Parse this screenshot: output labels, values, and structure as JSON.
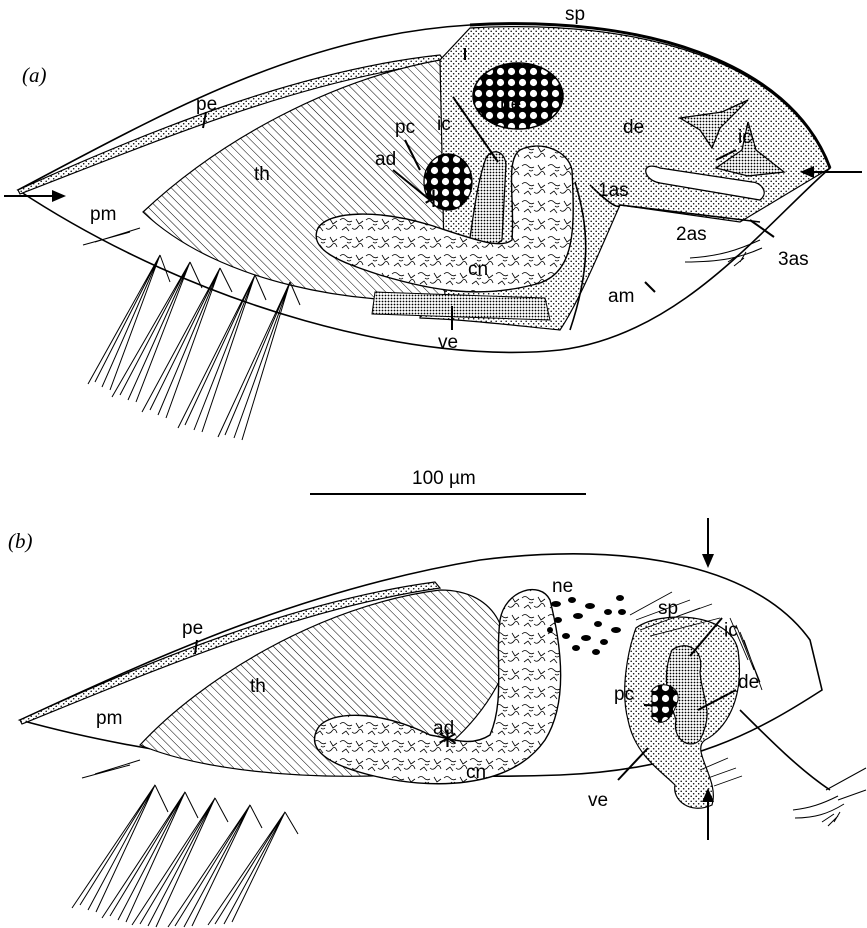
{
  "panels": {
    "a": {
      "letter": "(a)",
      "labels": {
        "sp": "sp",
        "pe": "pe",
        "ne": "ne",
        "ic1": "ic",
        "ic2": "ic",
        "de": "de",
        "pc": "pc",
        "ad": "ad",
        "th": "th",
        "pm": "pm",
        "as1": "1as",
        "as2": "2as",
        "as3": "3as",
        "cn": "cn",
        "am": "am",
        "ve": "ve"
      }
    },
    "b": {
      "letter": "(b)",
      "labels": {
        "pe": "pe",
        "ne": "ne",
        "sp": "sp",
        "ic": "ic",
        "pc": "pc",
        "de": "de",
        "ad": "ad",
        "th": "th",
        "pm": "pm",
        "cn": "cn",
        "ve": "ve"
      }
    }
  },
  "scale_bar": {
    "label": "100 µm"
  },
  "colors": {
    "ink": "#000000",
    "paper": "#ffffff"
  }
}
